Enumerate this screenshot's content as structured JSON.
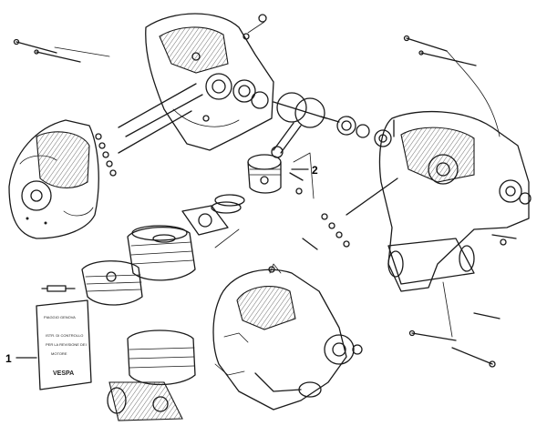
{
  "callouts": [
    {
      "label": "1"
    },
    {
      "label": "2"
    }
  ],
  "booklet": {
    "header": "PIAGGIO GENOVA",
    "lines": [
      "ISTR. DI CONTROLLO",
      "PER LA REVISIONE DEI",
      "MOTORE"
    ],
    "brand": "VESPA"
  },
  "colors": {
    "ink": "#1a1a1a",
    "background": "#ffffff"
  }
}
